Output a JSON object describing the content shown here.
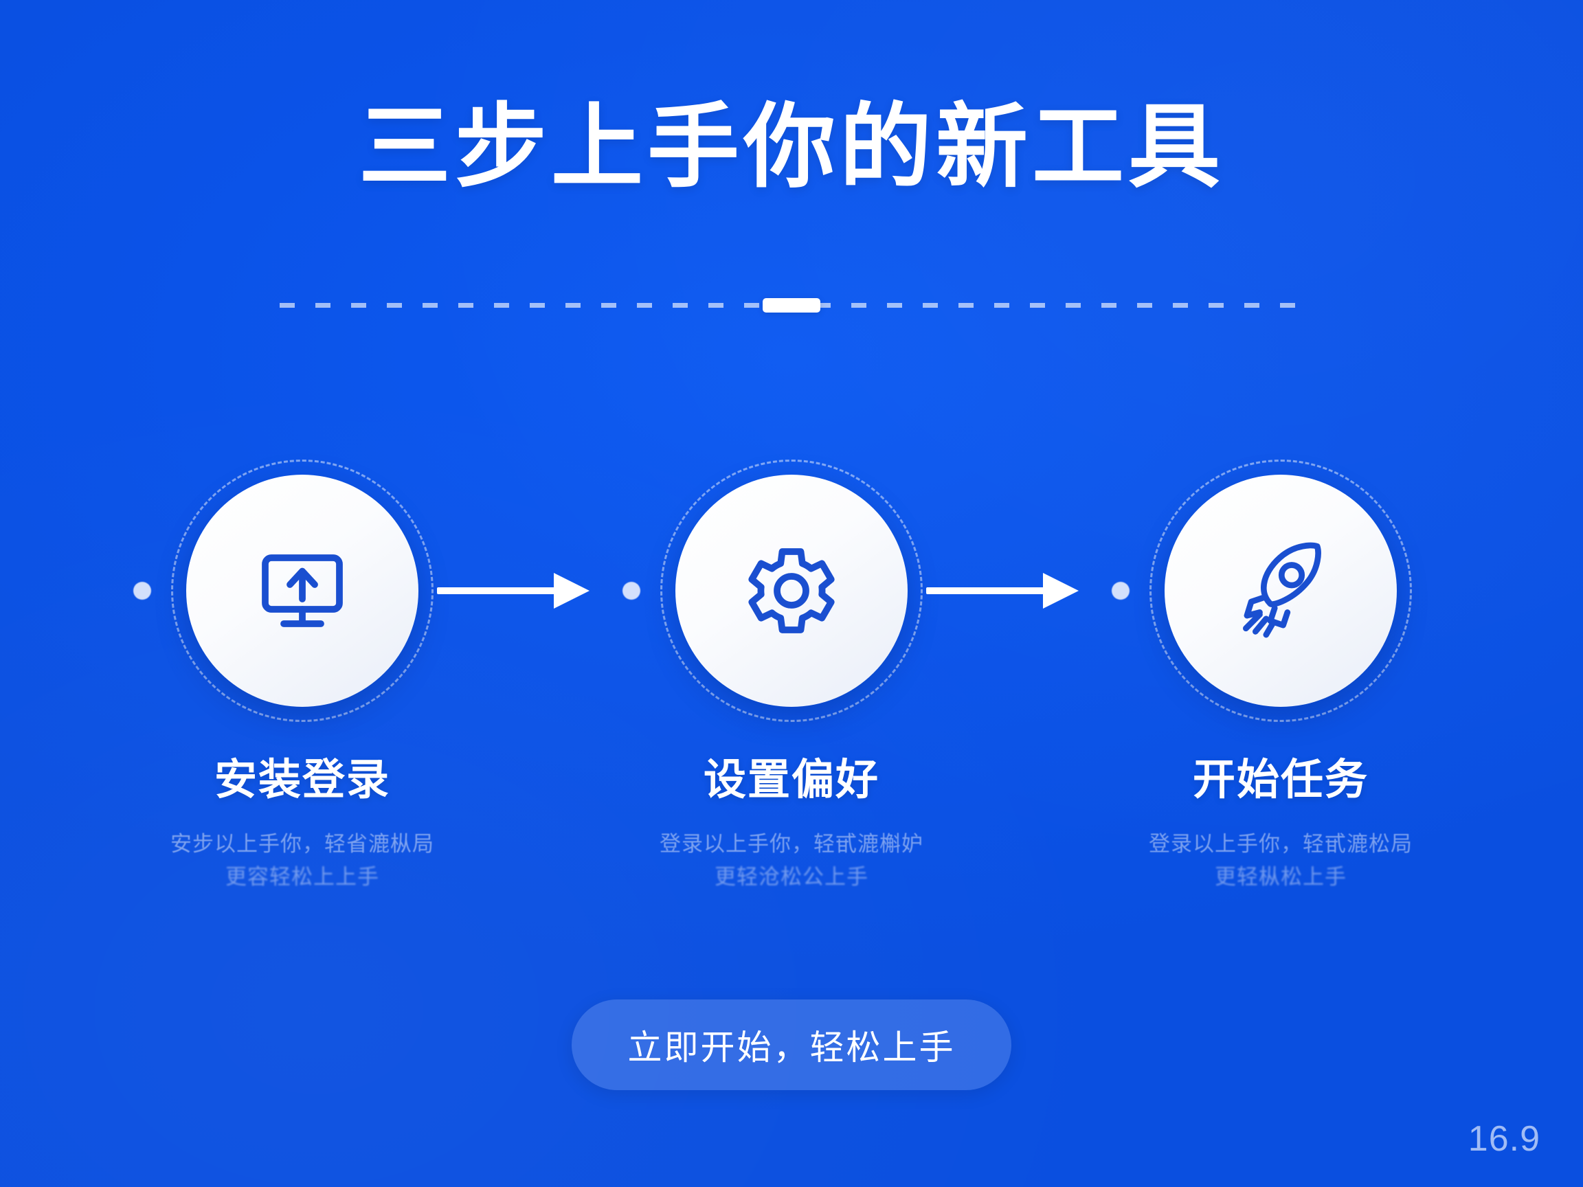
{
  "slide": {
    "background_color": "#0b53e8",
    "accent_color": "#1a4fd0",
    "title": "三步上手你的新工具"
  },
  "steps": [
    {
      "icon": "monitor-upload-icon",
      "title": "安装登录",
      "desc_line1": "安步以上手你，轻省漉枞局",
      "desc_line2": "更容轻松上上手"
    },
    {
      "icon": "gear-icon",
      "title": "设置偏好",
      "desc_line1": "登录以上手你，轻甙漉槲妒",
      "desc_line2": "更轻沧松公上手"
    },
    {
      "icon": "rocket-icon",
      "title": "开始任务",
      "desc_line1": "登录以上手你，轻甙漉松局",
      "desc_line2": "更轻枞松上手"
    }
  ],
  "cta": {
    "label": "立即开始，轻松上手"
  },
  "footer": {
    "ratio": "16.9"
  }
}
